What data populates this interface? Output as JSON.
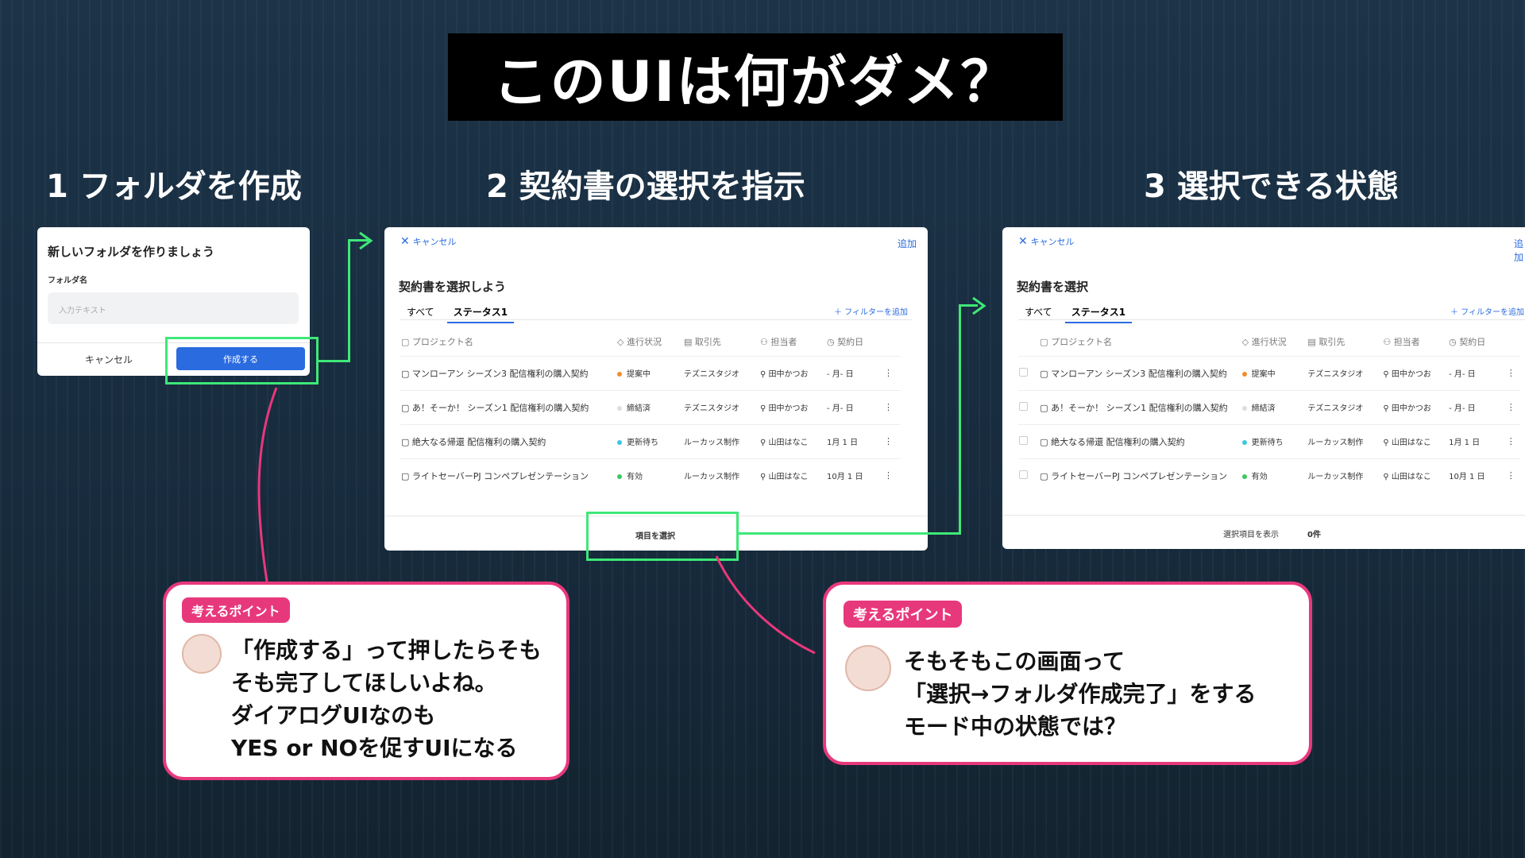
{
  "title": "このUIは何がダメ？",
  "steps": [
    "1 フォルダを作成",
    "2 契約書の選択を指示",
    "3 選択できる状態"
  ],
  "dialog": {
    "heading": "新しいフォルダを作りましょう",
    "field_label": "フォルダ名",
    "placeholder": "入力テキスト",
    "cancel": "キャンセル",
    "create": "作成する"
  },
  "panel2": {
    "cancel": "キャンセル",
    "add": "追加",
    "heading": "契約書を選択しよう",
    "tabs": [
      "すべて",
      "ステータス1"
    ],
    "filter": "＋ フィルターを追加",
    "columns": [
      "プロジェクト名",
      "進行状況",
      "取引先",
      "担当者",
      "契約日"
    ],
    "select_button": "項目を選択"
  },
  "panel3": {
    "cancel": "キャンセル",
    "add": "追加",
    "heading": "契約書を選択",
    "tabs": [
      "すべて",
      "ステータス1"
    ],
    "filter": "＋ フィルターを追加",
    "columns": [
      "プロジェクト名",
      "進行状況",
      "取引先",
      "担当者",
      "契約日"
    ],
    "footer_label": "選択項目を表示",
    "footer_count": "0件"
  },
  "rows": [
    {
      "name": "マンローアン シーズン3 配信権利の購入契約",
      "status": "提案中",
      "status_color": "#f08c2e",
      "client": "テズニスタジオ",
      "person": "田中かつお",
      "date": "- 月- 日"
    },
    {
      "name": "あ！そーか！ シーズン1 配信権利の購入契約",
      "status": "締結済",
      "status_color": "#dddddd",
      "client": "テズニスタジオ",
      "person": "田中かつお",
      "date": "- 月- 日"
    },
    {
      "name": "絶大なる帰還 配信権利の購入契約",
      "status": "更新待ち",
      "status_color": "#3cc8e0",
      "client": "ルーカッス制作",
      "person": "山田はなこ",
      "date": "1月 1 日"
    },
    {
      "name": "ライトセーバーPJ コンペプレゼンテーション",
      "status": "有効",
      "status_color": "#3cc860",
      "client": "ルーカッス制作",
      "person": "山田はなこ",
      "date": "10月 1 日"
    }
  ],
  "callout1": {
    "tag": "考えるポイント",
    "lines": [
      "「作成する」って押したらそも",
      "そも完了してほしいよね。",
      "ダイアログUIなのも",
      "YES or NOを促すUIになる"
    ]
  },
  "callout2": {
    "tag": "考えるポイント",
    "lines": [
      "そもそもこの画面って",
      "「選択→フォルダ作成完了」をする",
      "モード中の状態では？"
    ]
  }
}
